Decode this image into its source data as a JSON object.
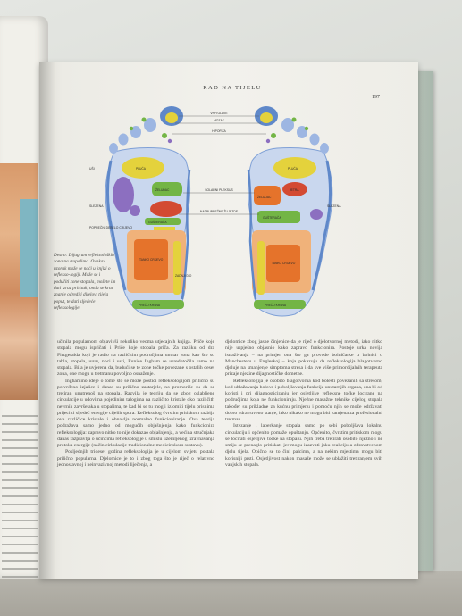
{
  "running_head": "RAD NA TIJELU",
  "page_number": "197",
  "figure": {
    "caption": "Desno: Dijagram refleksoloških zona na stopalima. Ovakav uzorak može se naći u knjizi o reflekso-logiji. Može se i podučiti zone stopala, možete im dati izraz pritisak, onda se kroz znanje odrediti dijelovi tijela poput, te dati sljedeće refleksologije.",
    "center_labels": [
      "MOZAK",
      "VRH GLAVE",
      "HIPOFIZA",
      "SOLARNI PLEKSUS",
      "NADBUBREŽNE ŽLIJEZDE"
    ],
    "left_foot_labels": [
      "UŠI",
      "SLEZENA",
      "POPREČNI DEBELO CRIJEVO",
      "TANKO CRIJEVO",
      "PREČO KRSNA",
      "PLUĆA",
      "ŽELUDAC",
      "GUŠTERAČA",
      "ZADNJI DIO"
    ],
    "right_foot_labels": [
      "PLUĆA",
      "JETRA",
      "ŽELUDAC",
      "GUŠTERAČA",
      "SLEZENA",
      "TANKO CRIJEVO",
      "PREČO KRSNA"
    ]
  },
  "columns": {
    "left": [
      "učinila popularnom objavivši nekoliko veoma utjecajnih knjiga. Priče koje stopala mogu ispričati i Priče koje stopala priča. Za razliku od dra Fitzgeralda koji je radio na različitim područjima unutar zona kao što su tabla, stopala, uши, noci i usti, Eunice Ingham se usredotočila samo na stopala. Bila je uvjerena da, budući se te zone točke povezane s ostalih deset zona, one mogu u tretmanu povoljno osnaženje.",
      "Inghamino ideje o tome što se može postići refleksologijom prilično su potvrđeno izjalice i danas su prilično zastarjele, no promoriše su da se tretiran unutrenoš na stopala. Razvila je teoriju da se zbog oslabljene cirkulacije u udovima pojedinim talogima na različito kristale oko raziličith nevrnih završetaka u stopalima, te kad bi se tu mogli izlomiti tijelu prisnima prijeci ti sljedeć energije cijelih spora. Refleksolog čvrstim pritiskom razbija ove različice kristale i obnavlja normalno funkcioniranje. Ova teorija podražava samo jedno od mogućih objašnjenja kako funkcionira refleksologija: zapravo nitko to nije dokazao objašnjenja, a većina stručnjaka danas razpravlja o učincima refleksologije u smislu uzemljenog izravnavanja protoka energije (način cirkulacije tradicionalne medicinskom sustavu).",
      "Posljednjih trideset godina refleksologija je u cijelom svijetu postala prilično popularna. Djelomice je to i zbog toga što je riječ o relativno jednostavnoj i neinvazivnoj metodi liječenja, a"
    ],
    "right": [
      "djelomice zbog jasne činjenice da je riječ o djelotvornoj metodi, iako nitko nije uspješno objasnio kako zapravo funkcionira. Postoje urka novija istraživanja – na primjer ona što ga provode bolničarke u bolnici u Manchesteru u Engleskoj – koja pokazuju da refleksologija blagotvorno djeluje na smanjenje simptoma stresa i da sve više primordijalnih terapeuta prizaje njezine dijagnostičke dometne.",
      "Refleksologija je osobito blagotvorna kod bolesti povezanih sa stresom, kod ublažavanja bolova i poboljšavanja funkcija unutarnjih organa, ona bi od koristi i pri dijagnosticiranju jer osjetljive refleksne točke locirane na područjima koja ne funkcioniraju. Nježne masažne tehnike cijelog stopala također su prikladne za kućnu primjenu i pomoću njih se može održavati dobro zdravstveno stanje, iako nikako ne mogu biti zamjena za profesionalni tretman.",
      "Istezanje i laberkanje stopala samo po sebi poboljšava lokalnu cirkulaciju i općenito pomaže opuštanju. Općenito, čvrstim pritiskom mogu se locirati osjetljive točke na stopalu. Njih treba tretirati osobito nježno i ne smiju se prenaglo pritiskati jer mogu izazvati jaku reakciju a zdravstvenom djelu tijela. Obično se to čini palcima, a na nekim mjestima mogu biti korisniji prsti. Osjetljivost nakon masaže može se ublažiti tretiranjem svih vanjskih stopala."
    ]
  },
  "colors": {
    "page": "#f2f1ec",
    "text": "#4a4a47",
    "zone_yellow": "#e4d23c",
    "zone_orange": "#e5732b",
    "zone_green": "#73b545",
    "zone_purple": "#8c6fc0",
    "zone_blue": "#5f88c9",
    "zone_red": "#d34a32"
  }
}
